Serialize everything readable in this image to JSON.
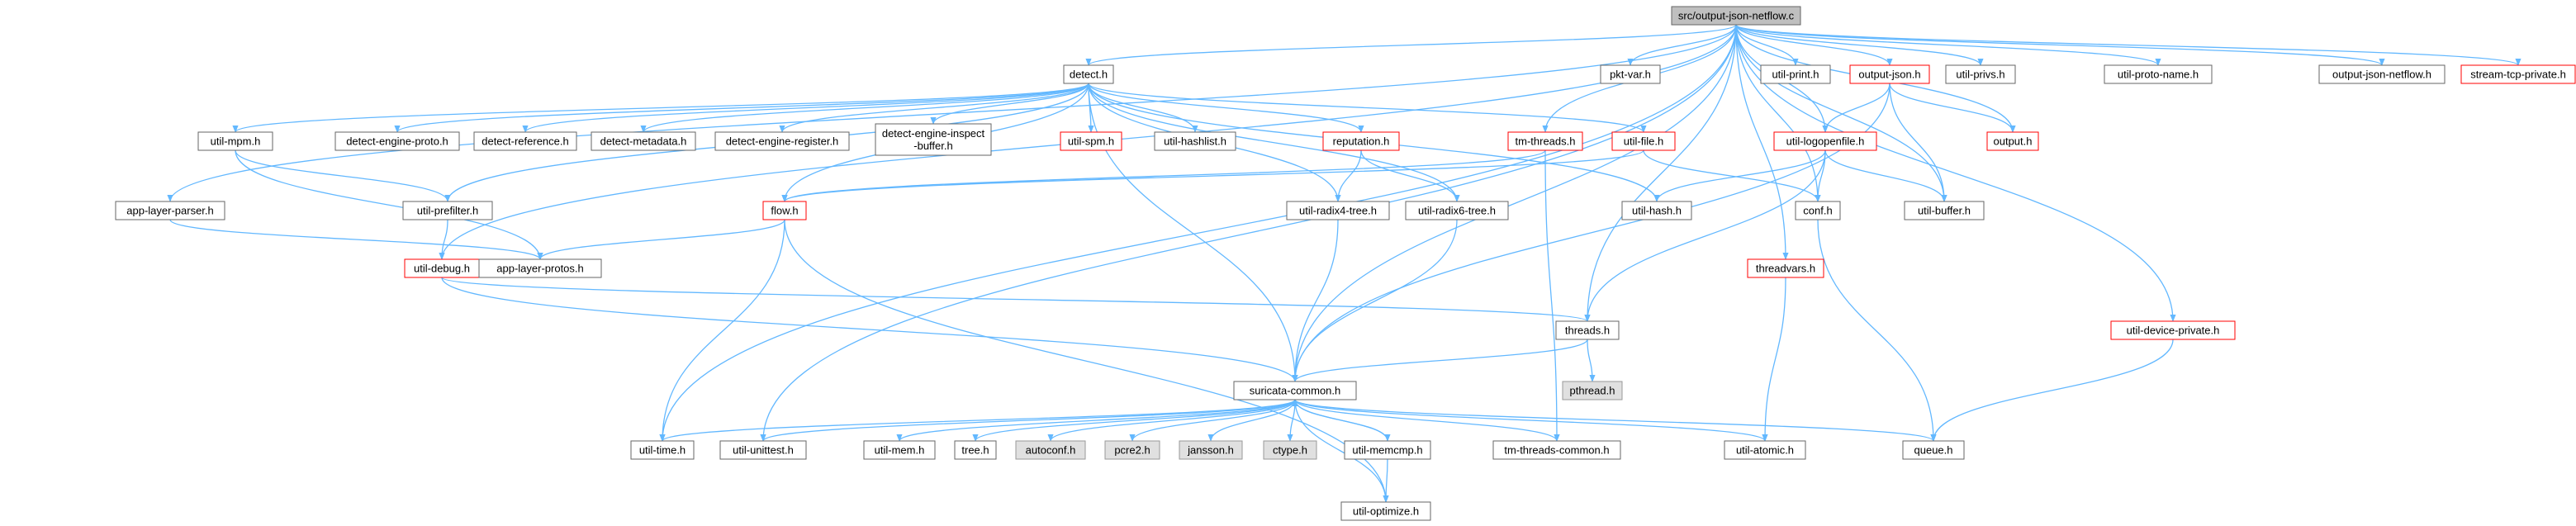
{
  "colors": {
    "edge": "#63b8ff",
    "node_border": "#666666",
    "node_fill": "#ffffff",
    "root_fill": "#bfbfbf",
    "root_border": "#666666",
    "red_border": "#ff0000",
    "gray_fill": "#e0e0e0",
    "gray_border": "#999999"
  },
  "nodes": [
    {
      "id": "root",
      "label": "src/output-json-netflow.c",
      "style": "root"
    },
    {
      "id": "detect",
      "label": "detect.h",
      "style": "normal"
    },
    {
      "id": "pktvar",
      "label": "pkt-var.h",
      "style": "normal"
    },
    {
      "id": "utilprint",
      "label": "util-print.h",
      "style": "normal"
    },
    {
      "id": "outputjson",
      "label": "output-json.h",
      "style": "red"
    },
    {
      "id": "utilprivs",
      "label": "util-privs.h",
      "style": "normal"
    },
    {
      "id": "utilprotoname",
      "label": "util-proto-name.h",
      "style": "normal"
    },
    {
      "id": "outputjsonnetflow",
      "label": "output-json-netflow.h",
      "style": "normal"
    },
    {
      "id": "streamtcpprivate",
      "label": "stream-tcp-private.h",
      "style": "red"
    },
    {
      "id": "utilmpm",
      "label": "util-mpm.h",
      "style": "normal"
    },
    {
      "id": "detectengineproto",
      "label": "detect-engine-proto.h",
      "style": "normal"
    },
    {
      "id": "detectreference",
      "label": "detect-reference.h",
      "style": "normal"
    },
    {
      "id": "detectmetadata",
      "label": "detect-metadata.h",
      "style": "normal"
    },
    {
      "id": "detectengineregister",
      "label": "detect-engine-register.h",
      "style": "normal"
    },
    {
      "id": "detectengineinspectbuffer",
      "label": "detect-engine-inspect\n-buffer.h",
      "style": "normal"
    },
    {
      "id": "utilspm",
      "label": "util-spm.h",
      "style": "red"
    },
    {
      "id": "utilhashlist",
      "label": "util-hashlist.h",
      "style": "normal"
    },
    {
      "id": "reputation",
      "label": "reputation.h",
      "style": "red"
    },
    {
      "id": "tmthreads",
      "label": "tm-threads.h",
      "style": "red"
    },
    {
      "id": "utilfile",
      "label": "util-file.h",
      "style": "red"
    },
    {
      "id": "utillogopenfile",
      "label": "util-logopenfile.h",
      "style": "red"
    },
    {
      "id": "output",
      "label": "output.h",
      "style": "red"
    },
    {
      "id": "applayerparser",
      "label": "app-layer-parser.h",
      "style": "normal"
    },
    {
      "id": "utilprefilter",
      "label": "util-prefilter.h",
      "style": "normal"
    },
    {
      "id": "flow",
      "label": "flow.h",
      "style": "red"
    },
    {
      "id": "utilradix4tree",
      "label": "util-radix4-tree.h",
      "style": "normal"
    },
    {
      "id": "utilradix6tree",
      "label": "util-radix6-tree.h",
      "style": "normal"
    },
    {
      "id": "utilhash",
      "label": "util-hash.h",
      "style": "normal"
    },
    {
      "id": "conf",
      "label": "conf.h",
      "style": "normal"
    },
    {
      "id": "utilbuffer",
      "label": "util-buffer.h",
      "style": "normal"
    },
    {
      "id": "utildebug",
      "label": "util-debug.h",
      "style": "red"
    },
    {
      "id": "applayerprotos",
      "label": "app-layer-protos.h",
      "style": "normal"
    },
    {
      "id": "threadvars",
      "label": "threadvars.h",
      "style": "red"
    },
    {
      "id": "threads",
      "label": "threads.h",
      "style": "normal"
    },
    {
      "id": "utildeviceprivate",
      "label": "util-device-private.h",
      "style": "red"
    },
    {
      "id": "pthread",
      "label": "pthread.h",
      "style": "gray"
    },
    {
      "id": "suricatacommon",
      "label": "suricata-common.h",
      "style": "normal"
    },
    {
      "id": "utiltime",
      "label": "util-time.h",
      "style": "normal"
    },
    {
      "id": "utilunittest",
      "label": "util-unittest.h",
      "style": "normal"
    },
    {
      "id": "utilmem",
      "label": "util-mem.h",
      "style": "normal"
    },
    {
      "id": "tree",
      "label": "tree.h",
      "style": "normal"
    },
    {
      "id": "autoconf",
      "label": "autoconf.h",
      "style": "gray"
    },
    {
      "id": "pcre2",
      "label": "pcre2.h",
      "style": "gray"
    },
    {
      "id": "jansson",
      "label": "jansson.h",
      "style": "gray"
    },
    {
      "id": "ctype",
      "label": "ctype.h",
      "style": "gray"
    },
    {
      "id": "utilmemcmp",
      "label": "util-memcmp.h",
      "style": "normal"
    },
    {
      "id": "tmthreadscommon",
      "label": "tm-threads-common.h",
      "style": "normal"
    },
    {
      "id": "utilatomic",
      "label": "util-atomic.h",
      "style": "normal"
    },
    {
      "id": "queue",
      "label": "queue.h",
      "style": "normal"
    },
    {
      "id": "utiloptimize",
      "label": "util-optimize.h",
      "style": "normal"
    }
  ],
  "edges": [
    [
      "root",
      "detect"
    ],
    [
      "root",
      "pktvar"
    ],
    [
      "root",
      "utilprint"
    ],
    [
      "root",
      "outputjson"
    ],
    [
      "root",
      "utilprivs"
    ],
    [
      "root",
      "utilprotoname"
    ],
    [
      "root",
      "outputjsonnetflow"
    ],
    [
      "root",
      "streamtcpprivate"
    ],
    [
      "root",
      "tmthreads"
    ],
    [
      "root",
      "utillogopenfile"
    ],
    [
      "root",
      "output"
    ],
    [
      "root",
      "applayerparser"
    ],
    [
      "root",
      "conf"
    ],
    [
      "root",
      "utilbuffer"
    ],
    [
      "root",
      "utildebug"
    ],
    [
      "root",
      "threadvars"
    ],
    [
      "root",
      "threads"
    ],
    [
      "root",
      "utildeviceprivate"
    ],
    [
      "root",
      "suricatacommon"
    ],
    [
      "root",
      "utiltime"
    ],
    [
      "root",
      "utilunittest"
    ],
    [
      "detect",
      "utilmpm"
    ],
    [
      "detect",
      "detectengineproto"
    ],
    [
      "detect",
      "detectreference"
    ],
    [
      "detect",
      "detectmetadata"
    ],
    [
      "detect",
      "detectengineregister"
    ],
    [
      "detect",
      "detectengineinspectbuffer"
    ],
    [
      "detect",
      "utilspm"
    ],
    [
      "detect",
      "utilhashlist"
    ],
    [
      "detect",
      "reputation"
    ],
    [
      "detect",
      "utilfile"
    ],
    [
      "detect",
      "utilprefilter"
    ],
    [
      "detect",
      "flow"
    ],
    [
      "detect",
      "utilradix4tree"
    ],
    [
      "detect",
      "utilradix6tree"
    ],
    [
      "detect",
      "utilhash"
    ],
    [
      "detect",
      "suricatacommon"
    ],
    [
      "outputjson",
      "utillogopenfile"
    ],
    [
      "outputjson",
      "output"
    ],
    [
      "outputjson",
      "utilbuffer"
    ],
    [
      "outputjson",
      "suricatacommon"
    ],
    [
      "utilmpm",
      "utilprefilter"
    ],
    [
      "utilmpm",
      "applayerprotos"
    ],
    [
      "reputation",
      "utilradix4tree"
    ],
    [
      "reputation",
      "utilradix6tree"
    ],
    [
      "tmthreads",
      "flow"
    ],
    [
      "tmthreads",
      "tmthreadscommon"
    ],
    [
      "utilfile",
      "flow"
    ],
    [
      "utilfile",
      "conf"
    ],
    [
      "utillogopenfile",
      "utilhash"
    ],
    [
      "utillogopenfile",
      "conf"
    ],
    [
      "utillogopenfile",
      "utilbuffer"
    ],
    [
      "utillogopenfile",
      "threads"
    ],
    [
      "applayerparser",
      "applayerprotos"
    ],
    [
      "utilprefilter",
      "utildebug"
    ],
    [
      "flow",
      "applayerprotos"
    ],
    [
      "flow",
      "utiltime"
    ],
    [
      "flow",
      "utiloptimize"
    ],
    [
      "utilradix4tree",
      "suricatacommon"
    ],
    [
      "utilradix6tree",
      "suricatacommon"
    ],
    [
      "conf",
      "queue"
    ],
    [
      "utildebug",
      "suricatacommon"
    ],
    [
      "utildebug",
      "threads"
    ],
    [
      "threadvars",
      "utilatomic"
    ],
    [
      "threads",
      "suricatacommon"
    ],
    [
      "threads",
      "pthread"
    ],
    [
      "utildeviceprivate",
      "queue"
    ],
    [
      "suricatacommon",
      "utiltime"
    ],
    [
      "suricatacommon",
      "utilunittest"
    ],
    [
      "suricatacommon",
      "utilmem"
    ],
    [
      "suricatacommon",
      "tree"
    ],
    [
      "suricatacommon",
      "autoconf"
    ],
    [
      "suricatacommon",
      "pcre2"
    ],
    [
      "suricatacommon",
      "jansson"
    ],
    [
      "suricatacommon",
      "ctype"
    ],
    [
      "suricatacommon",
      "utilmemcmp"
    ],
    [
      "suricatacommon",
      "tmthreadscommon"
    ],
    [
      "suricatacommon",
      "utilatomic"
    ],
    [
      "suricatacommon",
      "queue"
    ],
    [
      "suricatacommon",
      "utiloptimize"
    ],
    [
      "utilmemcmp",
      "suricatacommon"
    ],
    [
      "utilmemcmp",
      "utiloptimize"
    ]
  ]
}
